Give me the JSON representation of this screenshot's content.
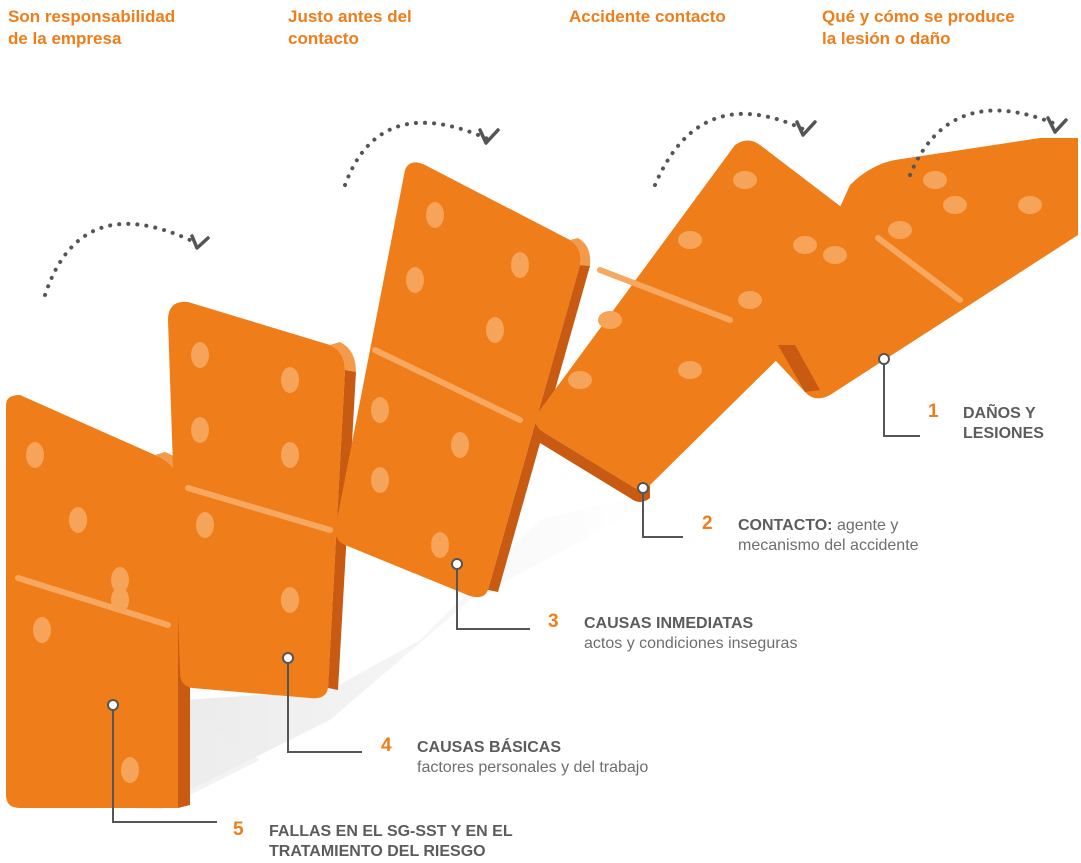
{
  "colors": {
    "accent": "#ef7d19",
    "domino_face": "#ef7d19",
    "domino_edge": "#c95a12",
    "dot": "#f5a45a",
    "text_gray": "#636363",
    "line_gray": "#555555"
  },
  "headers": [
    "Son responsabilidad\nde la empresa",
    "Justo antes del\ncontacto",
    "Accidente contacto",
    "Qué y cómo se produce\nla lesión o daño"
  ],
  "levels": [
    {
      "number": "1",
      "title_line1": "DAÑOS Y",
      "title_line2": "LESIONES"
    },
    {
      "number": "2",
      "title": "CONTACTO:",
      "desc_inline": " agente y",
      "desc_line2": "mecanismo del accidente"
    },
    {
      "number": "3",
      "title": "CAUSAS INMEDIATAS",
      "desc": "actos y condiciones inseguras"
    },
    {
      "number": "4",
      "title": "CAUSAS BÁSICAS",
      "desc": "factores personales y del trabajo"
    },
    {
      "number": "5",
      "title_line1": "FALLAS EN EL SG-SST Y EN EL",
      "title_line2": "TRATAMIENTO DEL RIESGO"
    }
  ]
}
